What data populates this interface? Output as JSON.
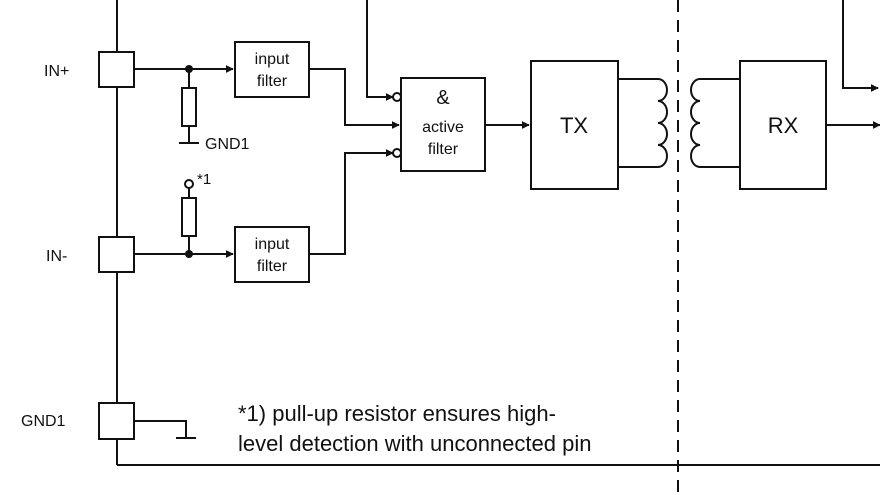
{
  "terminals": {
    "in_plus": "IN+",
    "in_minus": "IN-",
    "gnd": "GND1"
  },
  "input_filter": {
    "line1": "input",
    "line2": "filter"
  },
  "gate": {
    "symbol": "&",
    "line1": "active",
    "line2": "filter"
  },
  "tx_label": "TX",
  "rx_label": "RX",
  "gnd_label": "GND1",
  "pullup_marker": "*1",
  "footnote": {
    "line1": "*1) pull-up resistor ensures high-",
    "line2": "level detection with unconnected pin"
  }
}
